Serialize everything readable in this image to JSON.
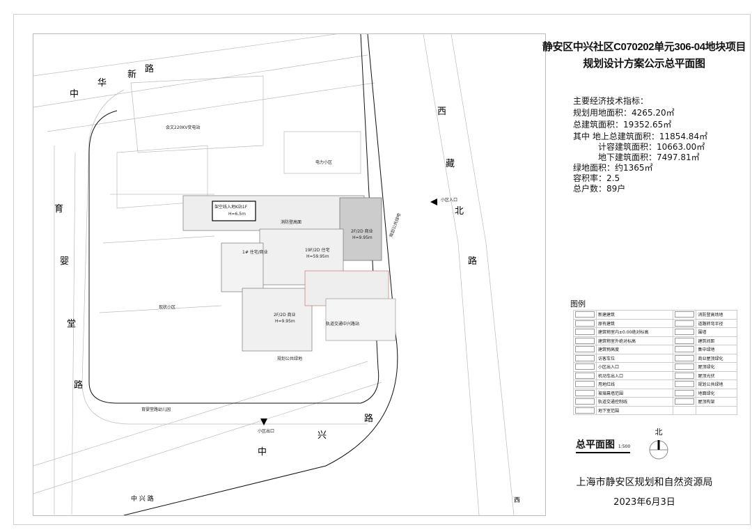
{
  "title": {
    "line1": "静安区中兴社区C070202单元306-04地块项目",
    "line2": "规划设计方案公示总平面图"
  },
  "indicators": {
    "heading": "主要经济技术指标：",
    "items": [
      "规划用地面积：4265.20㎡",
      "总建筑面积：19352.65㎡",
      "其中 地上总建筑面积：11854.84㎡",
      "　　　计容建筑面积：10663.00㎡",
      "　　　地下建筑面积：7497.81㎡",
      "绿地面积：约1365㎡",
      "容积率：2.5",
      "总户数：89户"
    ]
  },
  "legend": {
    "title": "图例",
    "left": [
      "新建建筑",
      "原有建筑",
      "建筑物室内±0.00绝对标高",
      "建筑物室外绝对标高",
      "建筑物高度",
      "访客车位",
      "小区出入口",
      "机动车出入口",
      "用地红线",
      "玻璃幕墙范围",
      "轨道交通控制线",
      "地下室范围"
    ],
    "right": [
      "消防登高场地",
      "道路转弯半径",
      "围墙",
      "建筑间距",
      "集中绿地",
      "商业屋顶绿化",
      "屋顶绿化",
      "屋顶光伏",
      "规划公共绿地",
      "地面绿化",
      "屋顶构架",
      ""
    ]
  },
  "scale": {
    "label": "总平面图",
    "ratio": "1:500"
  },
  "north_label": "北",
  "footer": {
    "bureau": "上海市静安区规划和自然资源局",
    "date": "2023年6月3日"
  },
  "map": {
    "roads": {
      "zhonghuaxin": [
        "中",
        "华",
        "新",
        "路"
      ],
      "yuyingtang": [
        "育",
        "婴",
        "堂",
        "路"
      ],
      "xizangbei": [
        "西",
        "藏",
        "北",
        "路"
      ],
      "zhongxing": [
        "中",
        "兴",
        "路"
      ],
      "zhongxing_small": "中 兴 路",
      "xi_small": "西"
    },
    "labels": {
      "substation": "会文220KV变电站",
      "power_area": "电力小区",
      "existing_area": "现状小区",
      "kindergarten": "育婴堂路幼儿园",
      "entrance_east": "小区入口",
      "exit_south": "小区出口",
      "green_east": "规划公共绿地",
      "green_south": "规划公共绿地",
      "metro": "轨道交通中兴路站",
      "fire": "消防登高面",
      "b1": "2F/2D 商业",
      "b1h": "H=9.95m",
      "b2": "1# 住宅/商业",
      "b3": "19F/2D 住宅",
      "b3h": "H=59.95m",
      "b4": "2F/2D 商业",
      "b4h": "H=9.95m",
      "b5": "架空线入地K站1F",
      "b5h": "H=6.5m"
    }
  }
}
